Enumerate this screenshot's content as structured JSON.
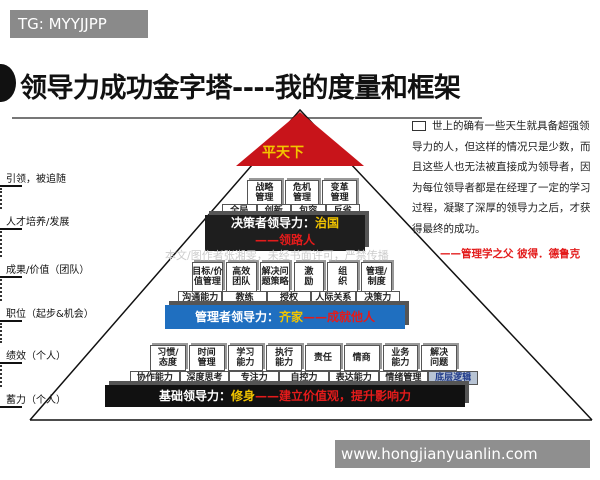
{
  "badge": "TG: MYYJJPP",
  "title": "领导力成功金字塔----我的度量和框架",
  "left_labels": [
    "引领，被追随",
    "人才培养/发展",
    "成果/价值（团队）",
    "职位（起步&机会）",
    "绩效（个人）",
    "蓄力（个人）"
  ],
  "apex": "平天下",
  "tier1": {
    "boxes": [
      "战略\n管理",
      "危机\n管理",
      "变革\n管理"
    ],
    "row": [
      "全局",
      "创新",
      "包容",
      "反省"
    ],
    "bar_label": "决策者领导力：",
    "bar_key": "治国",
    "bar_sub": "——领路人"
  },
  "tier2": {
    "boxes": [
      "目标/价\n值管理",
      "高效\n团队",
      "解决问\n题策略",
      "激\n励",
      "组\n织",
      "管理/\n制度"
    ],
    "row": [
      "沟通能力",
      "教练",
      "授权",
      "人际关系",
      "决策力"
    ],
    "bar_label": "管理者领导力：",
    "bar_key": "齐家",
    "bar_sub": "——成就他人"
  },
  "tier3": {
    "boxes": [
      "习惯/\n态度",
      "时间\n管理",
      "学习\n能力",
      "执行\n能力",
      "责任",
      "情商",
      "业务\n能力",
      "解决\n问题"
    ],
    "row": [
      "协作能力",
      "深度思考",
      "专注力",
      "自控力",
      "表达能力",
      "情绪管理",
      "底层逻辑"
    ],
    "bar_label": "基础领导力：",
    "bar_key": "修身",
    "bar_sub": "——建立价值观，提升影响力"
  },
  "watermark": "本文/图作者张湘雯，未经书面许可，严禁传播",
  "quote": "世上的确有一些天生就具备超强领导力的人，但这样的情况只是少数，而且这些人也无法被直接成为领导者，因为每位领导者都是在经理了一定的学习过程，凝聚了深厚的领导力之后，才获得最终的成功。",
  "quote_attribution": "——管理学之父 彼得．德鲁克",
  "site": "www.hongjianyuanlin.com",
  "colors": {
    "apex": "#c8141a",
    "tier1_bar": "#1e1e1e",
    "tier2_bar": "#1f6fc0",
    "tier3_bar": "#111111",
    "highlight": "#f2c500",
    "red": "#e31b1b"
  }
}
